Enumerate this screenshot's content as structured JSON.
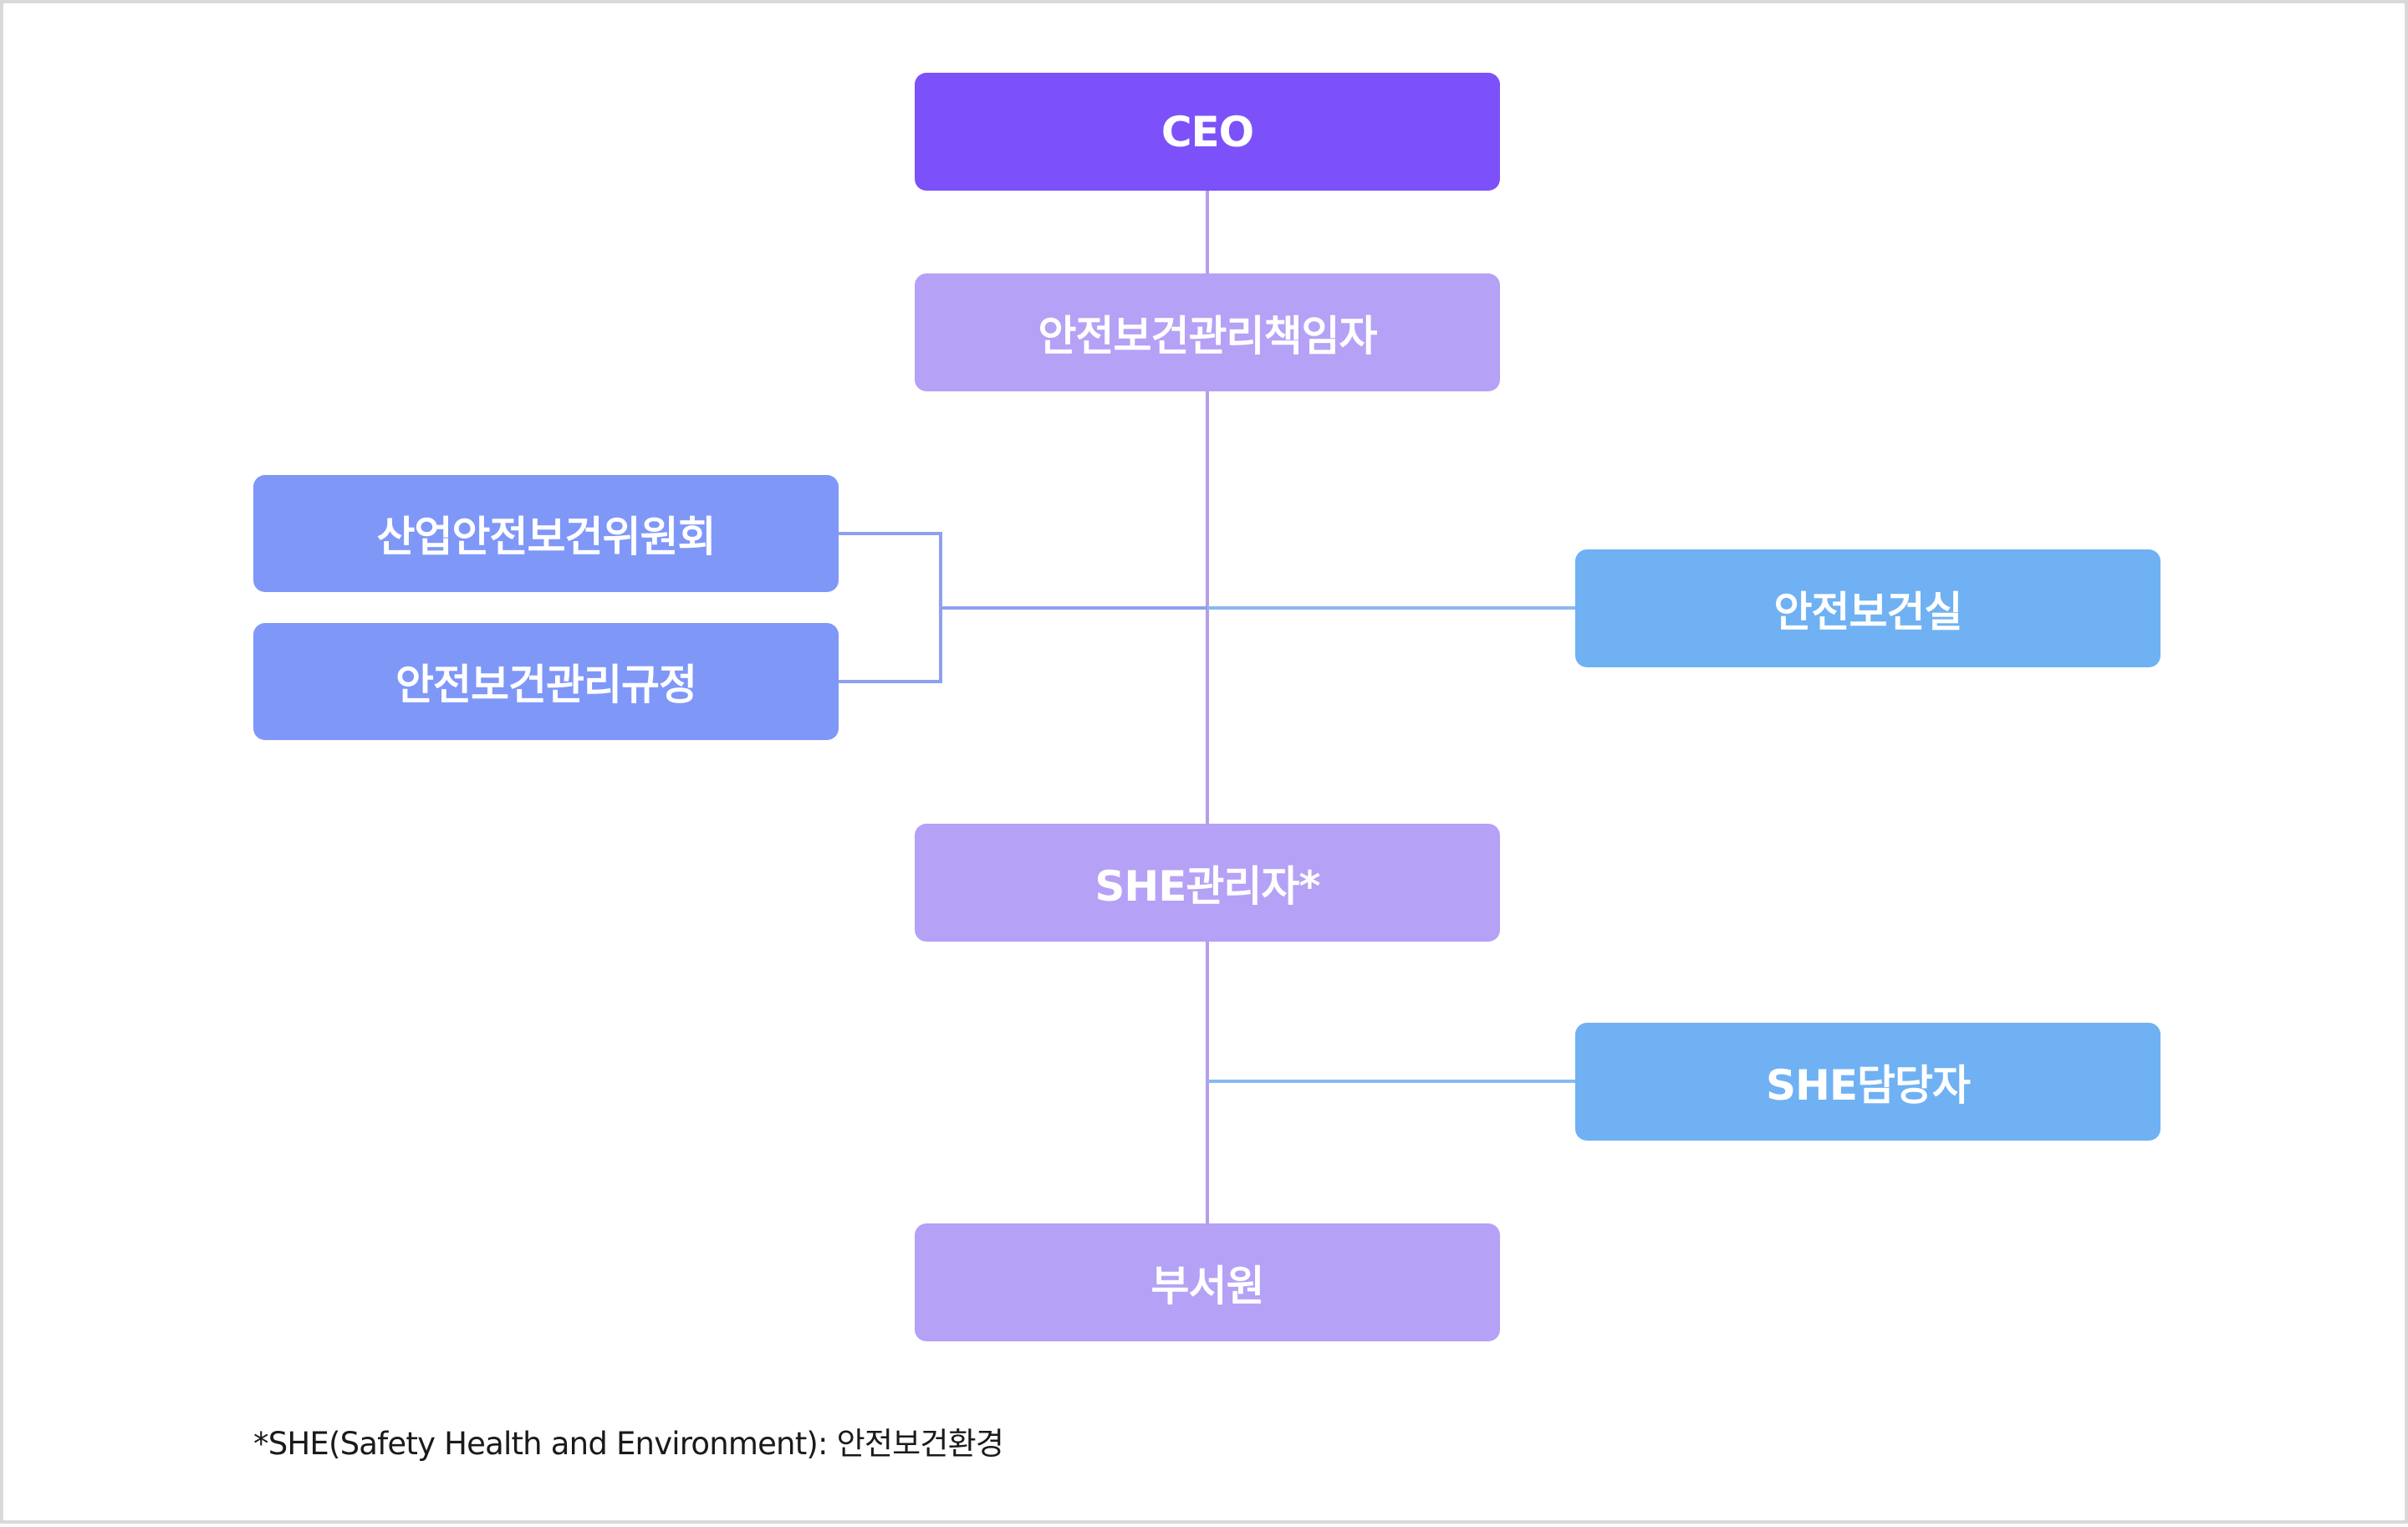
{
  "org_chart": {
    "nodes": {
      "ceo": "CEO",
      "safety_health_manager": "안전보건관리책임자",
      "committee": "산업안전보건위원회",
      "regulation": "안전보건관리규정",
      "safety_office": "안전보건실",
      "she_manager": "SHE관리자*",
      "she_staff": "SHE담당자",
      "department_member": "부서원"
    },
    "footnote": "*SHE(Safety Health and Environment): 안전보건환경"
  },
  "colors": {
    "ceo": "#7c51fa",
    "purple_light": "#b5a1f5",
    "indigo": "#7f97f7",
    "sky_blue": "#6fb1f3",
    "connector_purple": "#b59ee8",
    "connector_indigo": "#8fa0ef",
    "connector_blue": "#8ab9ee",
    "frame_border": "#d9d9d9"
  }
}
